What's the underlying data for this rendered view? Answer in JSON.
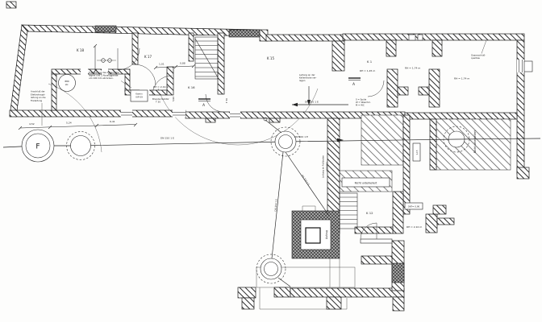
{
  "drawing": {
    "colors": {
      "ink": "#1c1c1c",
      "paper": "#fdfdfc"
    },
    "rooms": {
      "k18": "K 18",
      "k17": "K 17",
      "k16": "K 16",
      "k15": "K 15",
      "k1": "K 1",
      "k12": "K 12"
    },
    "heights": {
      "rh145": "RH = 1,45 m",
      "rh174a": "RH = 1,74 m",
      "rh174b": "RH = 1,74 m",
      "rh219": "RH = 2,19 m",
      "rh210": "RH = 2,10 m"
    },
    "pipes": {
      "dn300": "DN 300 1 E",
      "dn150_left": "DN 150 1 E",
      "dn150_top": "DN 150 1 E",
      "dn150_diag": "DN 150 1 E",
      "dn150_down": "DN 150 1 E"
    },
    "ann": {
      "anschluss": [
        "Anschluß der",
        "Elektrohaupt-",
        "leitung an die",
        "Freileitung"
      ],
      "erweiterung": [
        "Erweiterung des Schamotte-",
        "lagers und 2 Absauggeräte",
        "um 100 mm abrücken."
      ],
      "leitung_decke": [
        "Leitung an der",
        "Kellerdecke ver-",
        "legen"
      ],
      "leitung_boden": [
        "Leitung im Fußboden",
        "verlegen"
      ],
      "gas": [
        "Gasanschluß-",
        "querbau"
      ],
      "legend": [
        "S = Spüle",
        "W = Waschm.",
        "M = WC"
      ],
      "brandschutz": [
        "Brandschutztür",
        "T 30"
      ],
      "nicht_unterkellert_v": "Nicht unterkellert",
      "nicht_unterkellert_h": "Nicht unterkellert",
      "aufzug": "Aufzug",
      "tank": [
        "880",
        "Ltr."
      ],
      "kamin": [
        "Kamin",
        "IUP 09"
      ],
      "f": "F",
      "okf": "OKF= 0,90",
      "m115": "1,15"
    },
    "dims": {
      "d1": "4,52",
      "d2": "5,24",
      "d3": "6,41",
      "d4": "1,01",
      "d5": "0,88",
      "d6": "5/20",
      "t30": "T 30",
      "section_a": "A"
    }
  }
}
